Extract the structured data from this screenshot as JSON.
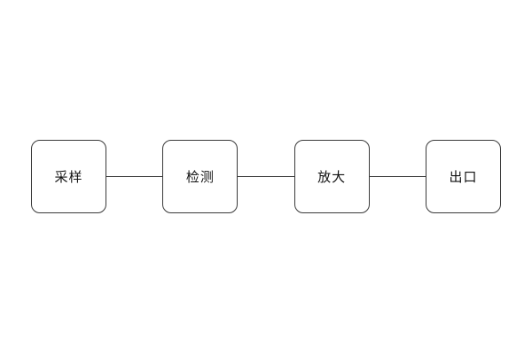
{
  "diagram": {
    "type": "flowchart",
    "direction": "horizontal",
    "nodes": [
      {
        "id": "sampling",
        "label": "采样"
      },
      {
        "id": "detection",
        "label": "检测"
      },
      {
        "id": "amplification",
        "label": "放大"
      },
      {
        "id": "exit",
        "label": "出口"
      }
    ],
    "connections": [
      {
        "from": "sampling",
        "to": "detection"
      },
      {
        "from": "detection",
        "to": "amplification"
      },
      {
        "from": "amplification",
        "to": "exit"
      }
    ],
    "colors": {
      "node_border": "#3a3a3a",
      "node_fill": "#ffffff",
      "connector": "#3a3a3a",
      "text": "#111111",
      "background": "#ffffff"
    }
  }
}
